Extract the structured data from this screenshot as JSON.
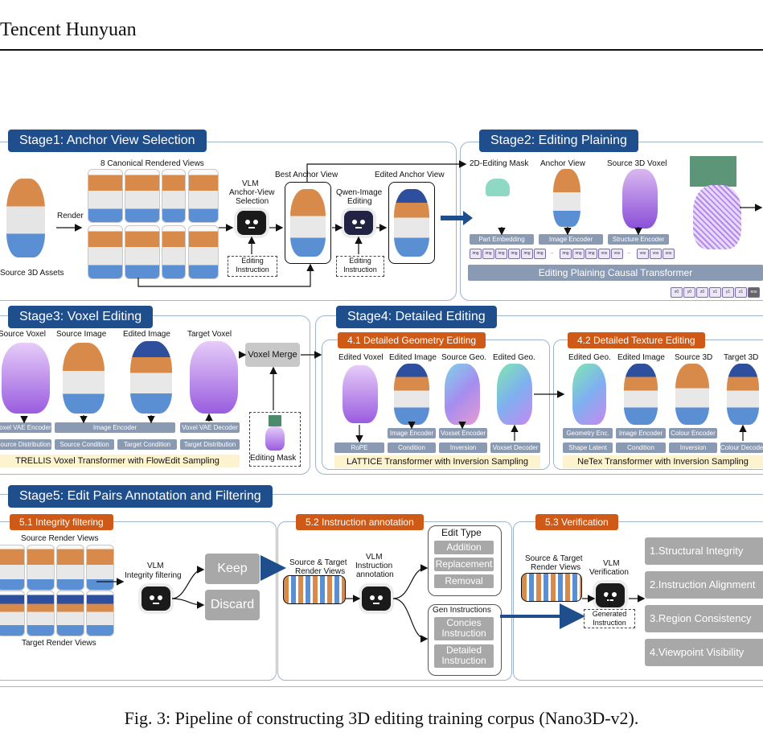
{
  "header": {
    "text": "Tencent Hunyuan"
  },
  "caption": "Fig. 3: Pipeline of constructing 3D editing training corpus (Nano3D-v2).",
  "colors": {
    "stage_title_bg": "#1f4e8c",
    "sub_title_bg": "#cf5a17",
    "bar_bg": "#8a9ab2",
    "transformer_yellow": "#fdf3cf",
    "keep_arrow": "#1f4e8c"
  },
  "stage1": {
    "title": "Stage1: Anchor View Selection",
    "source_assets": "Source 3D Assets",
    "render": "Render",
    "canonical_views": "8 Canonical Rendered Views",
    "vlm": "VLM",
    "anchor_view_selection_1": "Anchor-View",
    "anchor_view_selection_2": "Selection",
    "editing_instruction_1": "Editing",
    "editing_instruction_2": "Instruction",
    "best_anchor_view": "Best Anchor View",
    "qwen_1": "Qwen-Image",
    "qwen_2": "Editing",
    "edited_anchor_view": "Edited Anchor View"
  },
  "stage2": {
    "title": "Stage2: Editing Plaining",
    "mask": "2D-Editing Mask",
    "anchor_view": "Anchor View",
    "source_voxel": "Source 3D Voxel",
    "part_embedding": "Part Embedding",
    "image_encoder": "Image Encoder",
    "structure_encoder": "Structure Encoder",
    "transformer": "Editing Plaining Causal Transformer",
    "tokens": [
      "img",
      "img",
      "img",
      "img",
      "img",
      "img",
      "...",
      "img",
      "img",
      "img",
      "vox",
      "vox",
      "...",
      "vox",
      "vox",
      "sos"
    ],
    "out_tokens": [
      "x0",
      "y0",
      "z0",
      "x1",
      "y1",
      "z1",
      "eos"
    ]
  },
  "stage3": {
    "title": "Stage3: Voxel Editing",
    "source_voxel": "Source Voxel",
    "source_image": "Source Image",
    "edited_image": "Edited Image",
    "target_voxel": "Target Voxel",
    "voxel_vae_encoder": "Voxel VAE Encoder",
    "image_encoder": "Image Encoder",
    "voxel_vae_decoder": "Voxel VAE Decoder",
    "source_distribution": "Source Distribution",
    "source_condition": "Source Condition",
    "target_condition": "Target Condition",
    "target_distribution": "Target Distribution",
    "transformer": "TRELLIS Voxel Transformer with FlowEdit Sampling",
    "voxel_merge": "Voxel Merge",
    "editing_mask": "Editing Mask"
  },
  "stage4": {
    "title": "Stage4: Detailed Editing",
    "geo_title": "4.1 Detailed Geometry Editing",
    "tex_title": "4.2 Detailed Texture Editing",
    "geo_labels": [
      "Edited Voxel",
      "Edited Image",
      "Source Geo.",
      "Edited Geo."
    ],
    "geo_bars": [
      "RoPE",
      "Image Encoder",
      "Voxset Encoder",
      "Voxset Decoder"
    ],
    "geo_bars2": [
      "Condition",
      "Inversion"
    ],
    "geo_transformer": "LATTICE Transformer with Inversion Sampling",
    "tex_labels": [
      "Edited Geo.",
      "Edited Image",
      "Source 3D",
      "Target 3D"
    ],
    "tex_bars": [
      "Geometry Enc.",
      "Image Encoder",
      "Colour Encoder",
      "Colour Decoder"
    ],
    "tex_bars2": [
      "Shape Latent",
      "Condition",
      "Inversion"
    ],
    "tex_transformer": "NeTex Transformer with Inversion Sampling"
  },
  "stage5": {
    "title": "Stage5: Edit Pairs Annotation and Filtering",
    "integrity_title": "5.1 Integrity filtering",
    "instruction_title": "5.2 Instruction annotation",
    "verification_title": "5.3 Verification",
    "source_render_views": "Source Render Views",
    "target_render_views": "Target Render Views",
    "vlm": "VLM",
    "integrity_filtering": "Integrity filtering",
    "keep": "Keep",
    "discard": "Discard",
    "st_render_1": "Source & Target",
    "st_render_2": "Render Views",
    "instruction": "Instruction",
    "annotation": "annotation",
    "edit_type": "Edit Type",
    "edit_types": [
      "Addition",
      "Replacement",
      "Removal"
    ],
    "gen_instructions": "Gen Instructions",
    "concise_1": "Concies",
    "concise_2": "Instruction",
    "detailed_1": "Detailed",
    "detailed_2": "Instruction",
    "verification": "Verification",
    "generated_1": "Generated",
    "generated_2": "Instruction",
    "checks": [
      "1.Structural Integrity",
      "2.Instruction Alignment",
      "3.Region Consistency",
      "4.Viewpoint Visibility"
    ]
  }
}
